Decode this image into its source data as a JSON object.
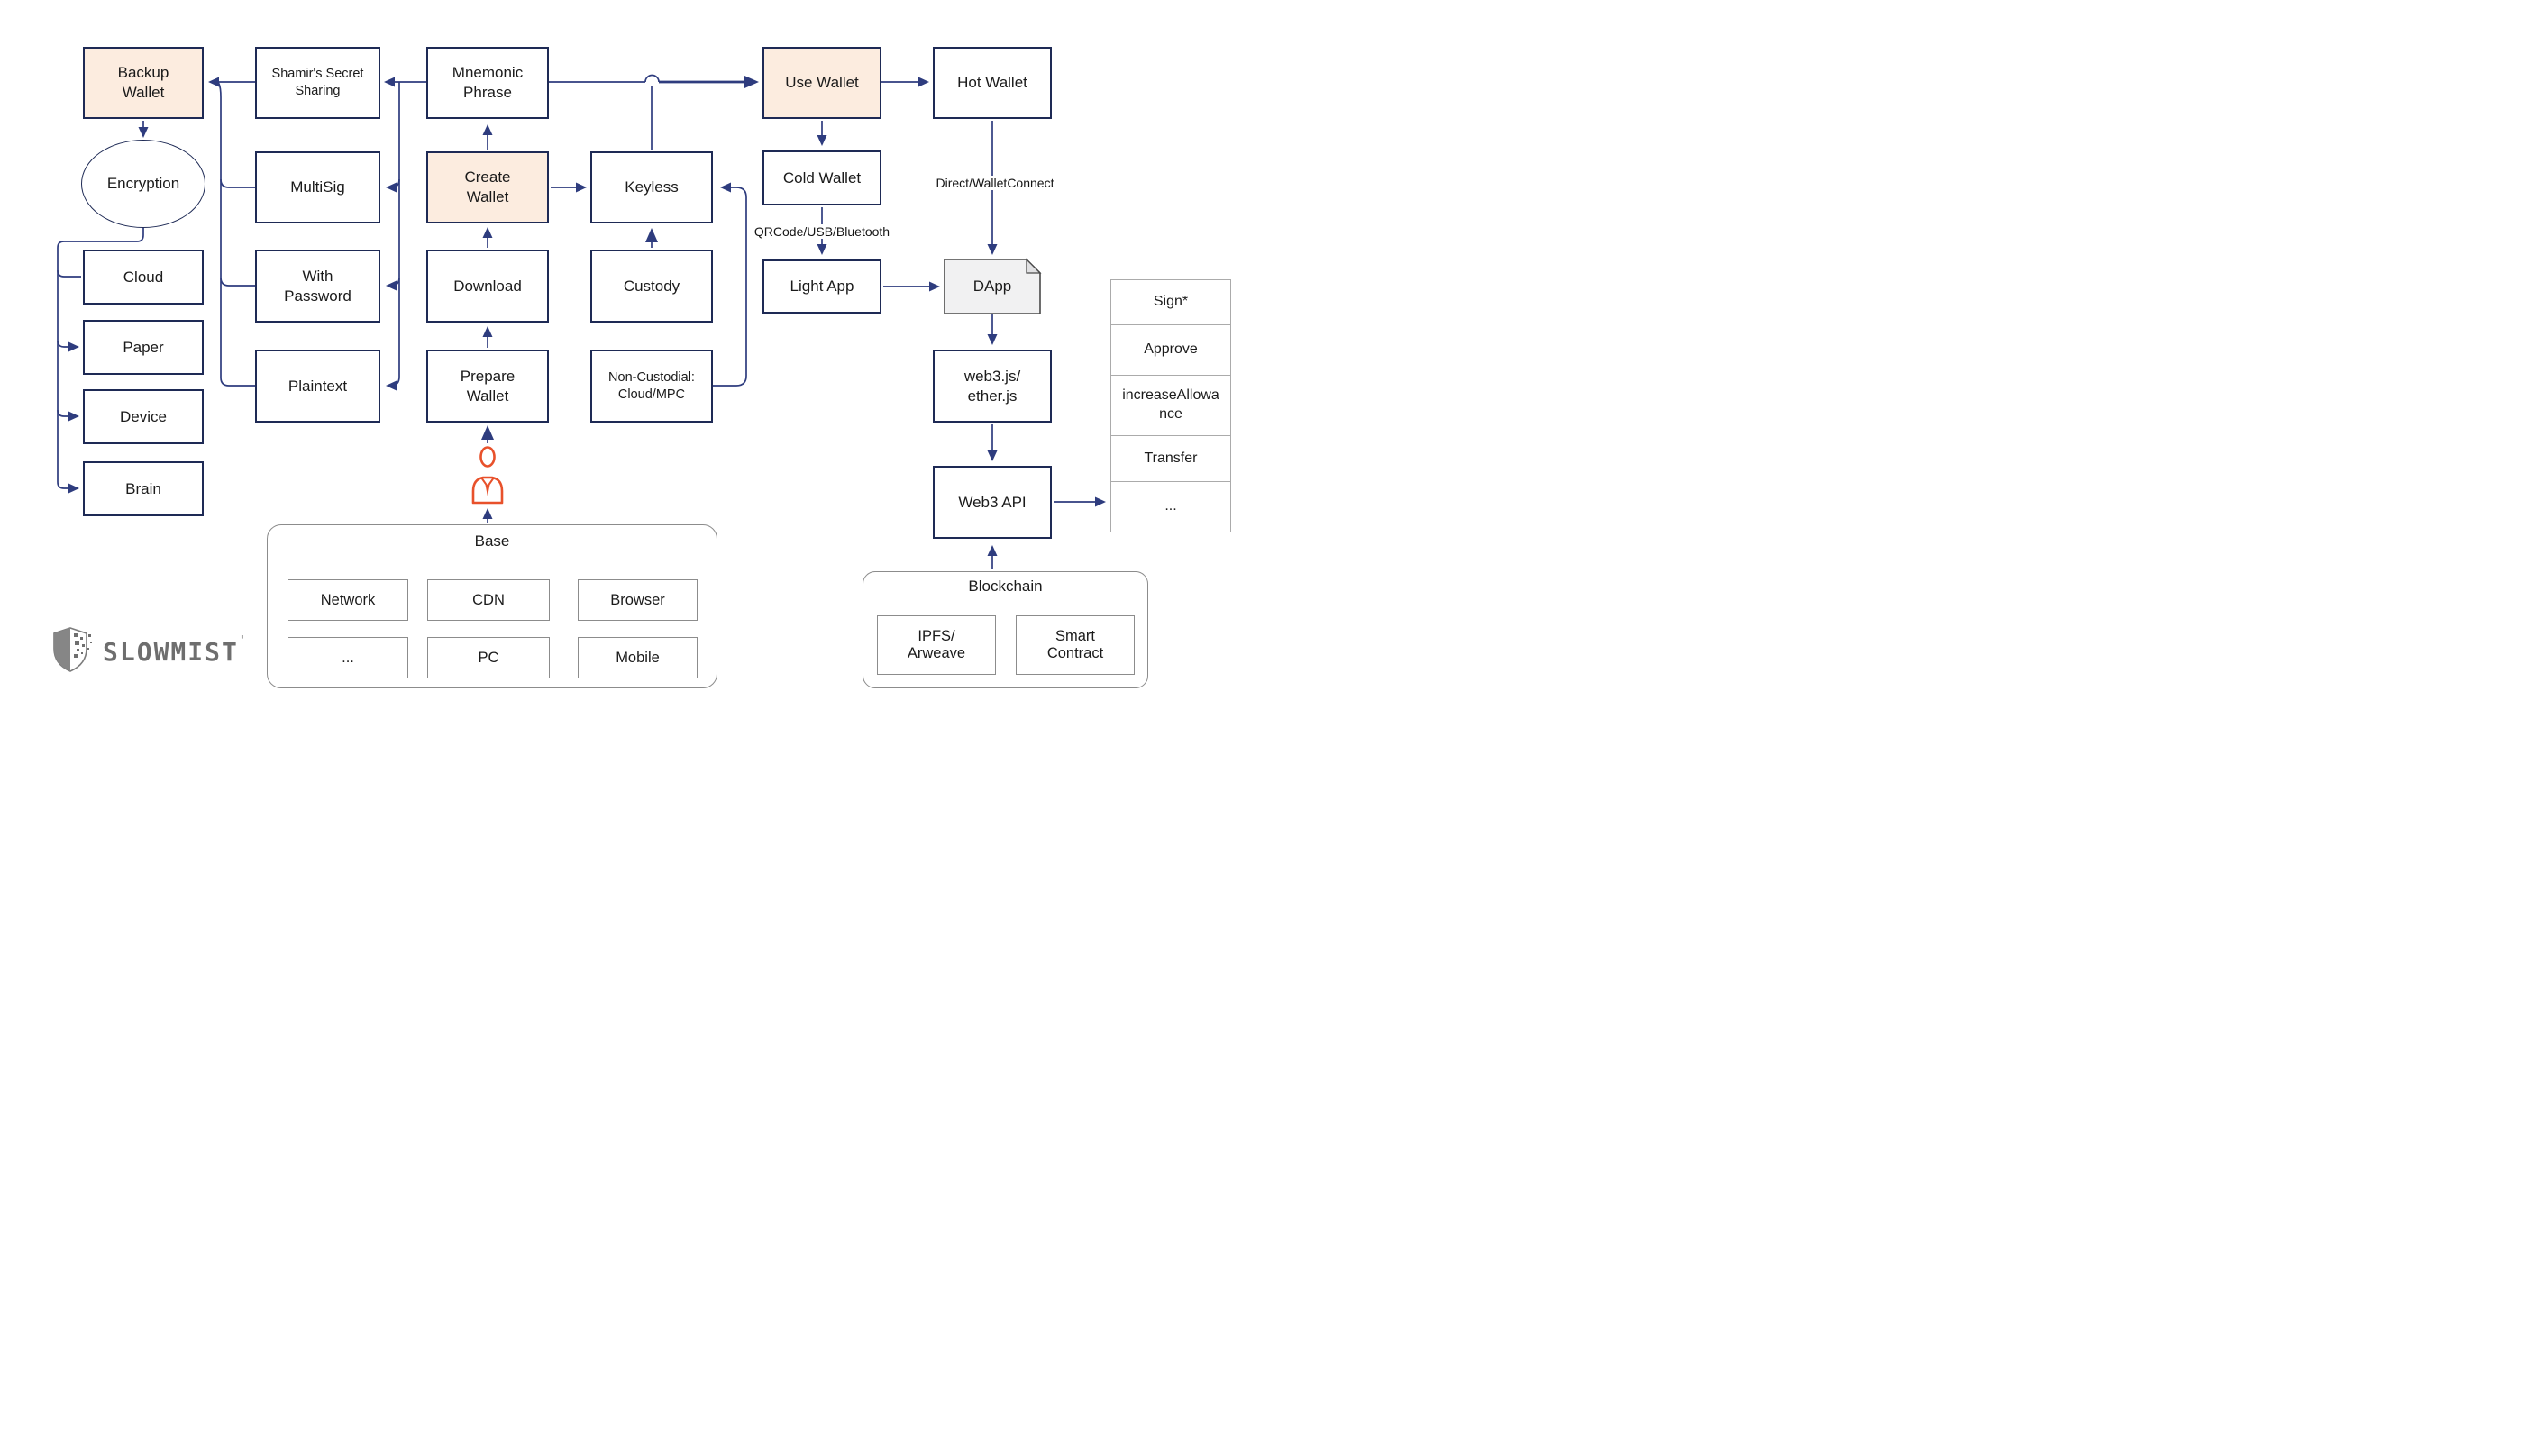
{
  "palette": {
    "line_navy": "#2e3c7e",
    "box_border_navy": "#1e2a55",
    "highlight_peach": "#fcecdf",
    "gray_border": "#8c8c8c",
    "dapp_fill": "#f1f1f2",
    "person_orange": "#e8512b",
    "logo_gray": "#6e6e6e"
  },
  "nodes": {
    "backup_wallet": "Backup\nWallet",
    "shamir": "Shamir's Secret\nSharing",
    "mnemonic": "Mnemonic\nPhrase",
    "use_wallet": "Use Wallet",
    "hot_wallet": "Hot Wallet",
    "encryption": "Encryption",
    "multisig": "MultiSig",
    "create_wallet": "Create\nWallet",
    "keyless": "Keyless",
    "cold_wallet": "Cold Wallet",
    "cloud": "Cloud",
    "with_password": "With\nPassword",
    "download": "Download",
    "custody": "Custody",
    "light_app": "Light App",
    "dapp": "DApp",
    "paper": "Paper",
    "plaintext": "Plaintext",
    "prepare_wallet": "Prepare\nWallet",
    "non_custodial": "Non-Custodial:\nCloud/MPC",
    "web3_libs": "web3.js/\nether.js",
    "device": "Device",
    "brain": "Brain",
    "web3_api": "Web3 API"
  },
  "edge_labels": {
    "hot_to_dapp": "Direct/WalletConnect",
    "cold_to_light": "QRCode/USB/Bluetooth"
  },
  "api_methods": [
    "Sign*",
    "Approve",
    "increaseAllowance",
    "Transfer",
    "..."
  ],
  "base": {
    "title": "Base",
    "items": [
      "Network",
      "CDN",
      "Browser",
      "...",
      "PC",
      "Mobile"
    ]
  },
  "blockchain": {
    "title": "Blockchain",
    "items": [
      "IPFS/\nArweave",
      "Smart\nContract"
    ]
  },
  "logo": {
    "text": "SLOWMIST",
    "mark": "'"
  }
}
